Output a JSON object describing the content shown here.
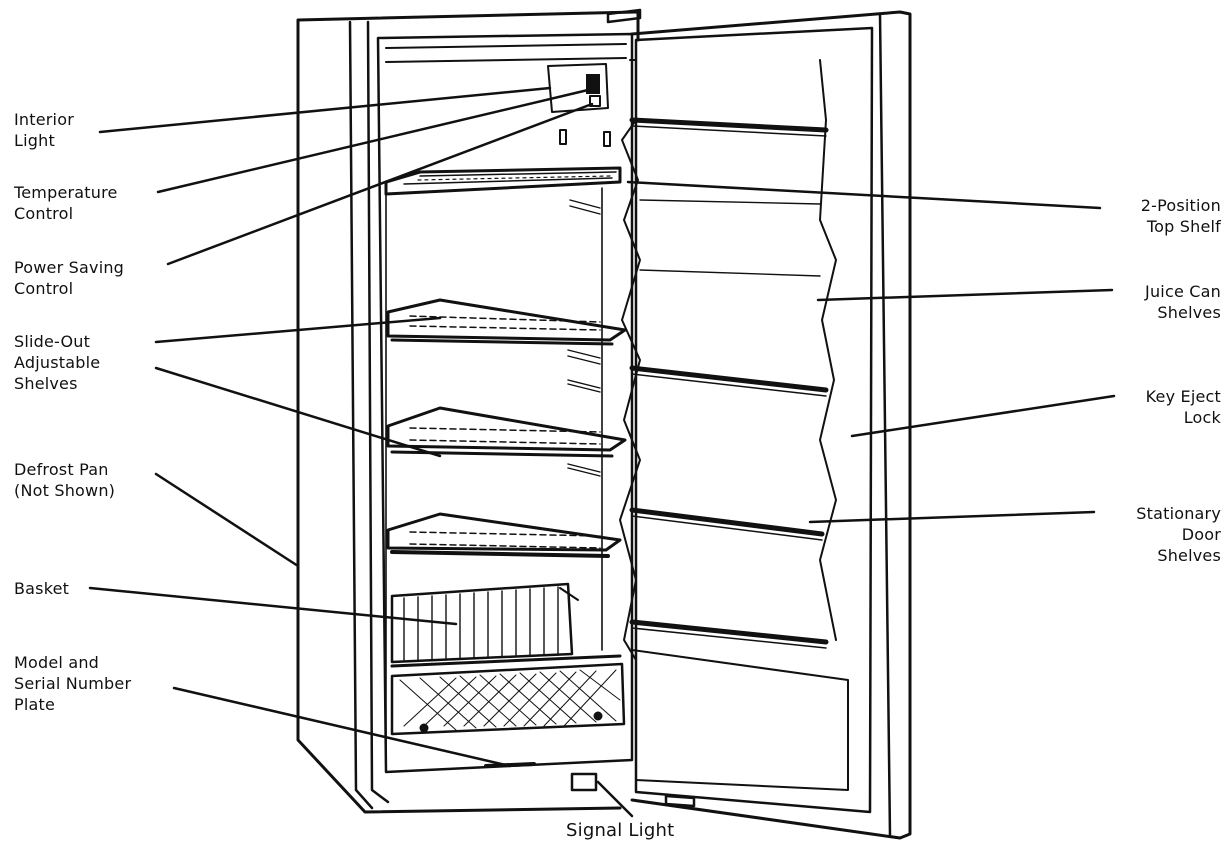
{
  "labels": {
    "interior_light": [
      "Interior",
      "Light"
    ],
    "temperature_control": [
      "Temperature",
      "Control"
    ],
    "power_saving_control": [
      "Power Saving",
      "Control"
    ],
    "slide_out_shelves": [
      "Slide-Out",
      "Adjustable",
      "Shelves"
    ],
    "defrost_pan": [
      "Defrost Pan",
      "(Not Shown)"
    ],
    "basket": [
      "Basket"
    ],
    "model_serial_plate": [
      "Model and",
      "Serial Number",
      "Plate"
    ],
    "two_position_top_shelf": [
      "2-Position",
      "Top Shelf"
    ],
    "juice_can_shelves": [
      "Juice Can",
      "Shelves"
    ],
    "key_eject_lock": [
      "Key Eject",
      "Lock"
    ],
    "stationary_door_shelves": [
      "Stationary",
      "Door",
      "Shelves"
    ],
    "signal_light": [
      "Signal Light"
    ]
  },
  "colors": {
    "ink": "#111111",
    "paper": "#ffffff"
  }
}
